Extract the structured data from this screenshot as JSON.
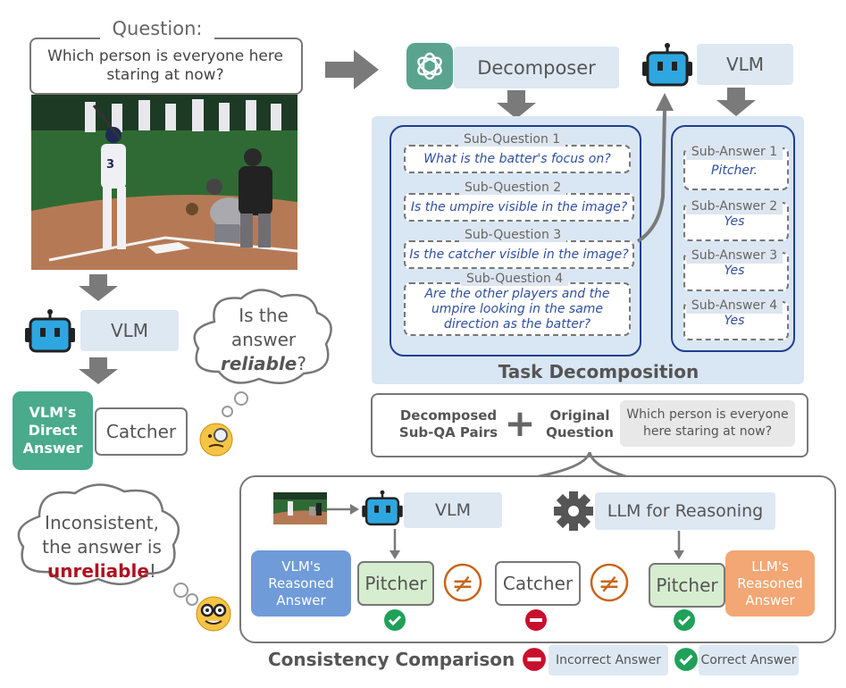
{
  "question": {
    "label": "Question:",
    "text": "Which person is everyone here staring at now?"
  },
  "decomposer": {
    "label": "Decomposer"
  },
  "vlm_top": {
    "label": "VLM"
  },
  "sub_questions": [
    {
      "label": "Sub-Question 1",
      "text": "What is the batter's focus on?"
    },
    {
      "label": "Sub-Question 2",
      "text": "Is the umpire visible in the image?"
    },
    {
      "label": "Sub-Question 3",
      "text": "Is the catcher visible in the image?"
    },
    {
      "label": "Sub-Question 4",
      "text": "Are the other players and the umpire looking in the same direction as the batter?"
    }
  ],
  "sub_answers": [
    {
      "label": "Sub-Answer 1",
      "text": "Pitcher."
    },
    {
      "label": "Sub-Answer 2",
      "text": "Yes"
    },
    {
      "label": "Sub-Answer 3",
      "text": "Yes"
    },
    {
      "label": "Sub-Answer 4",
      "text": "Yes"
    }
  ],
  "task_decomposition_title": "Task Decomposition",
  "combine": {
    "left": "Decomposed Sub-QA Pairs",
    "plus": "+",
    "middle": "Original Question",
    "right": "Which person is everyone here staring at now?"
  },
  "left_vlm": {
    "label": "VLM"
  },
  "direct_answer": {
    "tag": "VLM's Direct Answer",
    "value": "Catcher"
  },
  "thought_reliable": {
    "pre": "Is the answer",
    "bold": "reliable",
    "post": "?"
  },
  "thought_inconsistent": {
    "line1": "Inconsistent,",
    "line2": "the answer is",
    "bold": "unreliable",
    "post": "!"
  },
  "bottom": {
    "vlm_label": "VLM",
    "llm_label": "LLM for Reasoning",
    "vlm_reasoned": "VLM's Reasoned Answer",
    "llm_reasoned": "LLM's Reasoned Answer",
    "answer1": "Pitcher",
    "answer2": "Catcher",
    "answer3": "Pitcher",
    "neq": "≠"
  },
  "consistency_title": "Consistency Comparison",
  "legend": {
    "incorrect": "Incorrect Answer",
    "correct": "Correct Answer"
  },
  "colors": {
    "panel": "#d9e6f3",
    "navy": "#1f3f8f",
    "teal": "#4aaa8c",
    "blue_tag": "#6f9bd8",
    "orange_tag": "#f2a774",
    "green_ok": "#1fa15a",
    "red_no": "#c8102e",
    "neq": "#c8651b"
  }
}
